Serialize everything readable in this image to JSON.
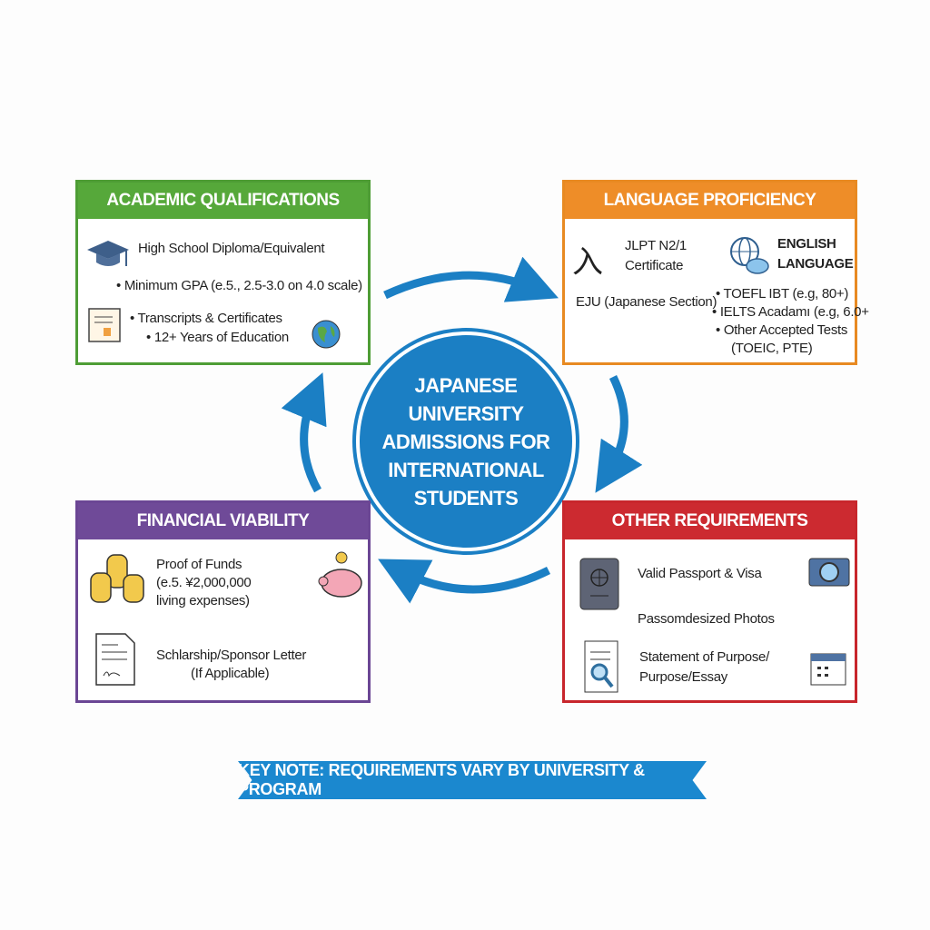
{
  "center_title": "JAPANESE UNIVERSITY ADMISSIONS FOR INTERNATIONAL STUDENTS",
  "academic": {
    "title": "ACADEMIC QUALIFICATIONS",
    "items": [
      "High School Diploma/Equivalent",
      "• Minimum GPA (e.5., 2.5-3.0 on 4.0 scale)",
      "• Transcripts & Certificates",
      "• 12+ Years of Education"
    ]
  },
  "language": {
    "title": "LANGUAGE PROFICIENCY",
    "jlpt": [
      "JLPT N2/1",
      "Certificate"
    ],
    "eju": "EJU (Japanese Section)",
    "english_title": [
      "ENGLISH",
      "LANGUAGE"
    ],
    "english_items": [
      "•  TOEFL IBT (e.g, 80+)",
      "• IELTS Acadamı (e.g, 6.0+",
      "•  Other Accepted Tests",
      "(TOEIC, PTE)"
    ]
  },
  "financial": {
    "title": "FINANCIAL VIABILITY",
    "funds": [
      "Proof of Funds",
      "(e.5. ¥2,000,000",
      "living expenses)"
    ],
    "letter": [
      "Schlarship/Sponsor Letter",
      "(If Applicable)"
    ]
  },
  "other": {
    "title": "OTHER REQUIREMENTS",
    "items": [
      "Valid Passport & Visa",
      "Passomdesized Photos",
      "Statement of Purpose/",
      "Purpose/Essay"
    ]
  },
  "key_note": "KEY NOTE: REQUIREMENTS VARY BY UNIVERSITY & PROGRAM",
  "colors": {
    "academic": "#56a83a",
    "language": "#ee8d28",
    "financial": "#6f4a98",
    "other": "#cc2a30",
    "center": "#1b7fc4"
  }
}
